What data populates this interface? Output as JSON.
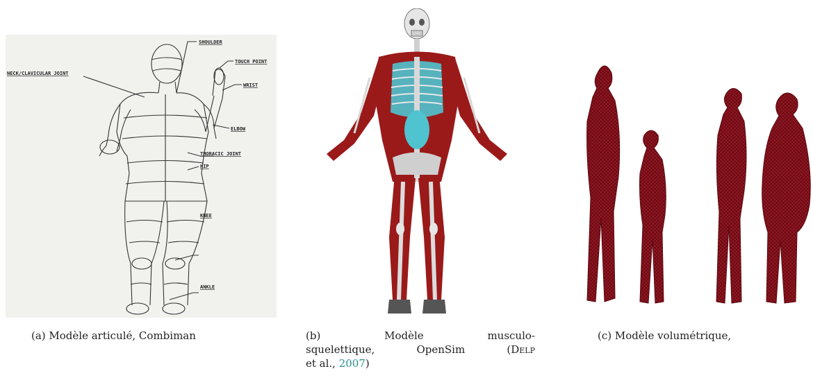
{
  "figure": {
    "panel_a": {
      "labels": {
        "shoulder": "SHOULDER",
        "touch_point": "TOUCH POINT",
        "neck": "NECK/CLAVICULAR JOINT",
        "wrist": "WRIST",
        "elbow": "ELBOW",
        "thoracic": "THORACIC JOINT",
        "hip": "HIP",
        "knee": "KNEE",
        "ankle": "ANKLE"
      }
    },
    "captions": {
      "a": "(a) Modèle articulé, Combiman",
      "b_prefix": "(b)",
      "b_word1": "Modèle",
      "b_word2": "musculo-",
      "b_l2_w1": "squelettique,",
      "b_l2_w2": "OpenSim",
      "b_l2_w3": "(Delp",
      "b_l3_text": "et al., ",
      "b_l3_year": "2007",
      "b_l3_end": ")",
      "c": "(c) Modèle volumétrique,"
    },
    "colors": {
      "muscle": "#9a1a1a",
      "bone": "#d8d8d8",
      "organ": "#4fc3cf",
      "mesh": "#8e1420"
    }
  }
}
